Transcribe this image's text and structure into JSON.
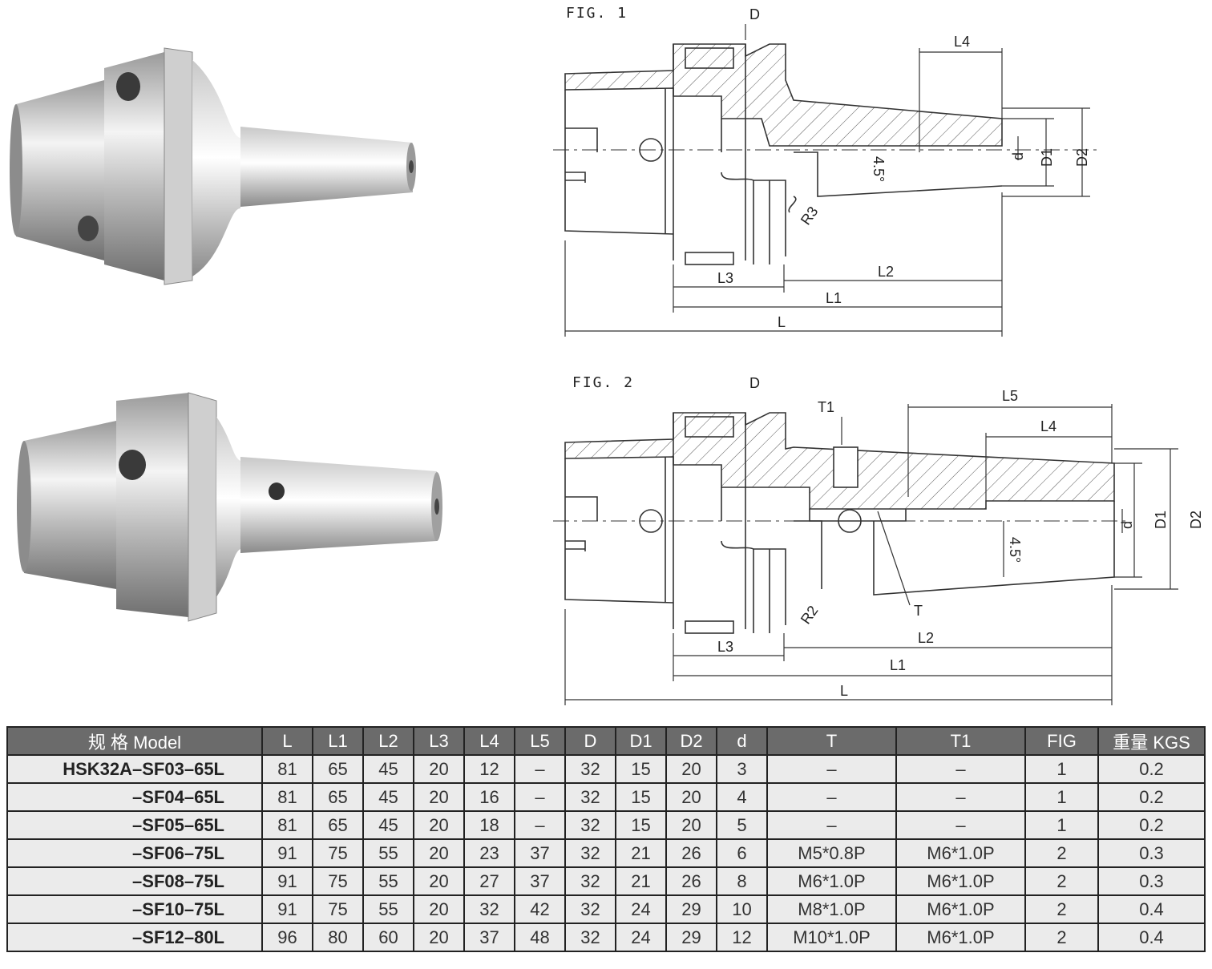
{
  "figures": {
    "fig1": {
      "label": "FIG. 1",
      "dims": {
        "D": "D",
        "L4": "L4",
        "d": "d",
        "D1": "D1",
        "D2": "D2",
        "angle": "4.5°",
        "R": "R3",
        "L3": "L3",
        "L2": "L2",
        "L1": "L1",
        "L": "L"
      }
    },
    "fig2": {
      "label": "FIG. 2",
      "dims": {
        "D": "D",
        "T1": "T1",
        "L5": "L5",
        "L4": "L4",
        "d": "d",
        "D1": "D1",
        "D2": "D2",
        "angle": "4.5°",
        "R": "R2",
        "T": "T",
        "L3": "L3",
        "L2": "L2",
        "L1": "L1",
        "L": "L"
      }
    }
  },
  "table": {
    "headers": [
      "规 格 Model",
      "L",
      "L1",
      "L2",
      "L3",
      "L4",
      "L5",
      "D",
      "D1",
      "D2",
      "d",
      "T",
      "T1",
      "FIG",
      "重量 KGS"
    ],
    "rows": [
      [
        "HSK32A–SF03–65L",
        "81",
        "65",
        "45",
        "20",
        "12",
        "–",
        "32",
        "15",
        "20",
        "3",
        "–",
        "–",
        "1",
        "0.2"
      ],
      [
        "–SF04–65L",
        "81",
        "65",
        "45",
        "20",
        "16",
        "–",
        "32",
        "15",
        "20",
        "4",
        "–",
        "–",
        "1",
        "0.2"
      ],
      [
        "–SF05–65L",
        "81",
        "65",
        "45",
        "20",
        "18",
        "–",
        "32",
        "15",
        "20",
        "5",
        "–",
        "–",
        "1",
        "0.2"
      ],
      [
        "–SF06–75L",
        "91",
        "75",
        "55",
        "20",
        "23",
        "37",
        "32",
        "21",
        "26",
        "6",
        "M5*0.8P",
        "M6*1.0P",
        "2",
        "0.3"
      ],
      [
        "–SF08–75L",
        "91",
        "75",
        "55",
        "20",
        "27",
        "37",
        "32",
        "21",
        "26",
        "8",
        "M6*1.0P",
        "M6*1.0P",
        "2",
        "0.3"
      ],
      [
        "–SF10–75L",
        "91",
        "75",
        "55",
        "20",
        "32",
        "42",
        "32",
        "24",
        "29",
        "10",
        "M8*1.0P",
        "M6*1.0P",
        "2",
        "0.4"
      ],
      [
        "–SF12–80L",
        "96",
        "80",
        "60",
        "20",
        "37",
        "48",
        "32",
        "24",
        "29",
        "12",
        "M10*1.0P",
        "M6*1.0P",
        "2",
        "0.4"
      ]
    ]
  }
}
